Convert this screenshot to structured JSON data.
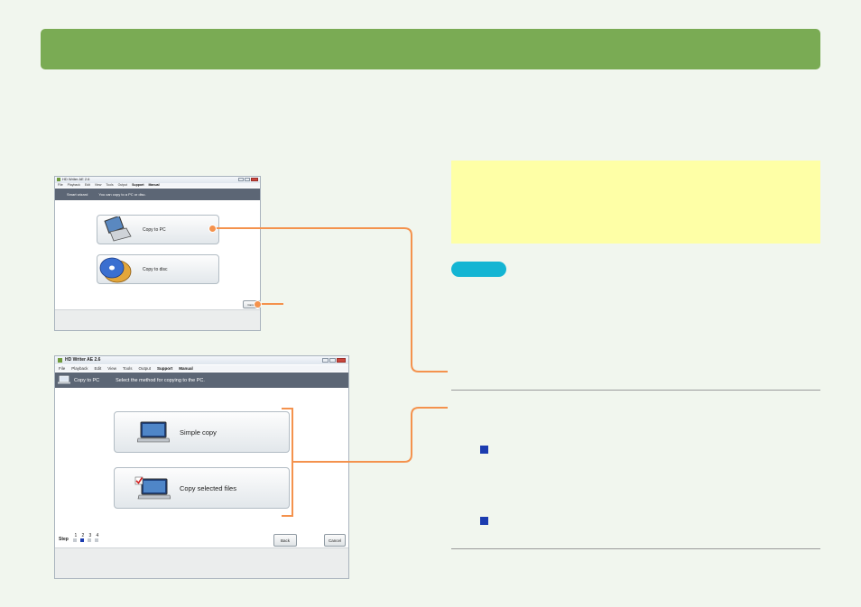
{
  "colors": {
    "banner": "#7aab54",
    "background": "#f1f6ee",
    "connector": "#f4924d",
    "note_box": "#feffa6",
    "pill": "#14b5d3",
    "bullet": "#1c3cb0",
    "app_header": "#5c6675"
  },
  "window1": {
    "title": "HD Writer AE 2.6",
    "menu": [
      {
        "label": "File",
        "bold": false
      },
      {
        "label": "Playback",
        "bold": false
      },
      {
        "label": "Edit",
        "bold": false
      },
      {
        "label": "View",
        "bold": false
      },
      {
        "label": "Tools",
        "bold": false
      },
      {
        "label": "Output",
        "bold": false
      },
      {
        "label": "Support",
        "bold": true
      },
      {
        "label": "Manual",
        "bold": true
      }
    ],
    "header_title": "Smart wizard",
    "header_desc": "You can copy to a PC or disc.",
    "copy_to_pc": {
      "label": "Copy to PC",
      "icon": "laptop-icon"
    },
    "copy_to_disc": {
      "label": "Copy to disc",
      "icon": "disc-icon"
    },
    "cancel_label": "Cancel"
  },
  "window2": {
    "title": "HD Writer AE 2.6",
    "menu": [
      {
        "label": "File",
        "bold": false
      },
      {
        "label": "Playback",
        "bold": false
      },
      {
        "label": "Edit",
        "bold": false
      },
      {
        "label": "View",
        "bold": false
      },
      {
        "label": "Tools",
        "bold": false
      },
      {
        "label": "Output",
        "bold": false
      },
      {
        "label": "Support",
        "bold": true
      },
      {
        "label": "Manual",
        "bold": true
      }
    ],
    "header_title": "Copy to PC",
    "header_desc": "Select the method for copying to the PC.",
    "simple_copy": {
      "label": "Simple copy",
      "icon": "laptop-icon"
    },
    "copy_selected": {
      "label": "Copy selected files",
      "icon": "laptop-check-icon"
    },
    "steps_label": "Step",
    "steps": [
      "1",
      "2",
      "3",
      "4"
    ],
    "current_step": 2,
    "back_label": "Back",
    "cancel_label": "Cancel"
  }
}
